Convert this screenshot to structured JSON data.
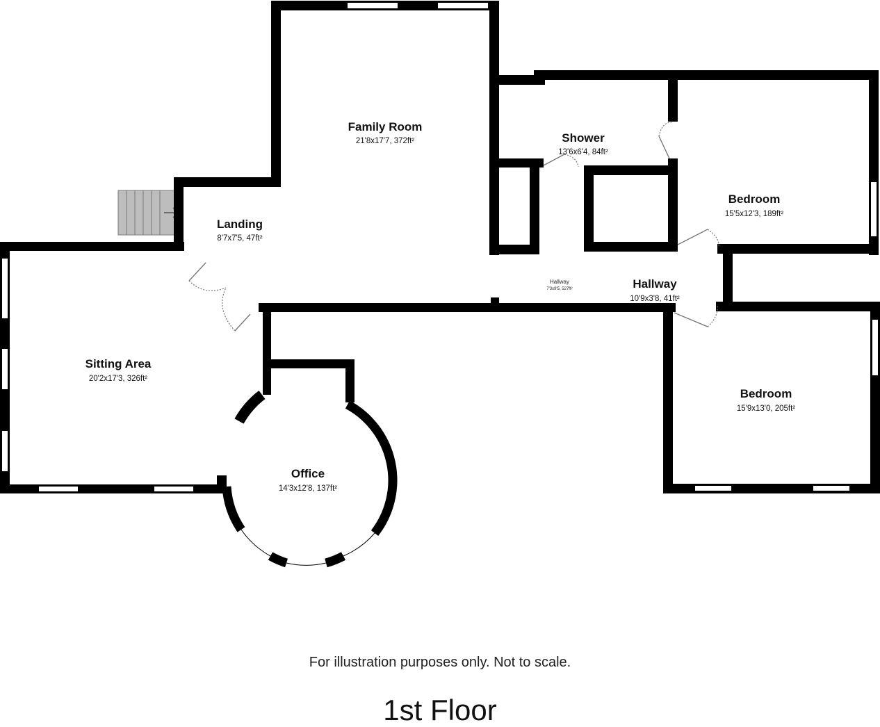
{
  "rooms": {
    "family_room": {
      "name": "Family Room",
      "dims": "21'8x17'7, 372ft²"
    },
    "shower": {
      "name": "Shower",
      "dims": "13'6x6'4, 84ft²"
    },
    "bedroom_1": {
      "name": "Bedroom",
      "dims": "15'5x12'3, 189ft²"
    },
    "landing": {
      "name": "Landing",
      "dims": "8'7x7'5, 47ft²"
    },
    "hallway_small": {
      "name": "Hallway",
      "dims": "7'3x9'5, 527ft²"
    },
    "hallway": {
      "name": "Hallway",
      "dims": "10'9x3'8, 41ft²"
    },
    "sitting_area": {
      "name": "Sitting Area",
      "dims": "20'2x17'3, 326ft²"
    },
    "office": {
      "name": "Office",
      "dims": "14'3x12'8, 137ft²"
    },
    "bedroom_2": {
      "name": "Bedroom",
      "dims": "15'9x13'0, 205ft²"
    }
  },
  "disclaimer": "For illustration purposes only. Not to scale.",
  "floor_title": "1st Floor"
}
